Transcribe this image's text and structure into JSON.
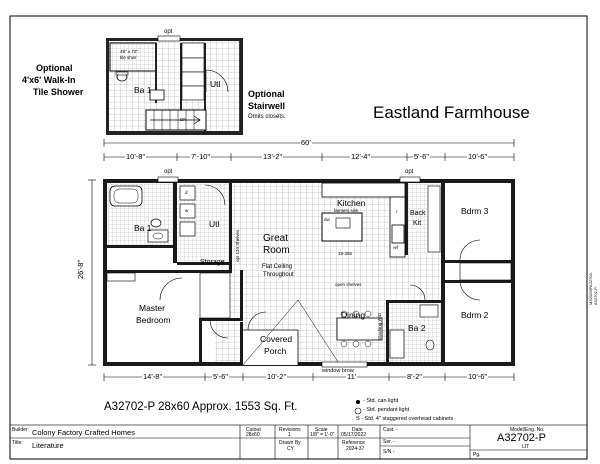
{
  "title": "Eastland Farmhouse",
  "optional": {
    "shower_title_line1": "Optional",
    "shower_title_line2": "4'x6' Walk-In",
    "shower_title_line3": "Tile Shower",
    "stairwell_title_line1": "Optional",
    "stairwell_title_line2": "Stairwell",
    "stairwell_note": "Omits closets.",
    "opt_label": "opt",
    "tile_shower_label": "48\" x 72\"",
    "tile_shower_label2": "tile shwr",
    "room_ba1": "Ba 1",
    "room_utl": "Utl",
    "dn_label": "DN"
  },
  "overall_dimension": "60'",
  "top_dimensions": [
    "10'-8\"",
    "7'-10\"",
    "13'-2\"",
    "12'-4\"",
    "5'-6\"",
    "10'-6\""
  ],
  "bottom_dimensions": [
    "14'-8\"",
    "5'-6\"",
    "10'-2\"",
    "11'",
    "8'-2\"",
    "10'-6\""
  ],
  "side_dimension": "26'-8\"",
  "rooms": {
    "ba1": "Ba 1",
    "utl": "Utl",
    "storage": "Storage",
    "great_room_1": "Great",
    "great_room_2": "Room",
    "flat_ceiling_1": "Flat Ceiling",
    "flat_ceiling_2": "Throughout",
    "kitchen": "Kitchen",
    "farmhouse_sink": "farmers sink",
    "back_kit_1": "Back",
    "back_kit_2": "Kit",
    "bdrm3": "Bdrm 3",
    "bdrm2": "Bdrm 2",
    "ba2": "Ba 2",
    "master_1": "Master",
    "master_2": "Bedroom",
    "dining": "Dining",
    "covered_1": "Covered",
    "covered_2": "Porch",
    "window_brow": "window brow",
    "open_shelves": "open shelves",
    "fridge_size": "19-366",
    "stacking_wd": "Stacking W/D",
    "opt_1": "opt",
    "opt_2": "opt",
    "dw": "dw",
    "range": "r",
    "ref": "ref",
    "shelves": "opt 120 Shelves",
    "wh": "w",
    "d": "d"
  },
  "plan_summary": "A32702-P 28x60  Approx. 1553 Sq. Ft.",
  "legend": [
    "- Std. can light",
    "- Std. pendant light",
    "S - Std. 4\" staggered overhead cabinets"
  ],
  "titleblock": {
    "builder_label": "Builder:",
    "builder": "Colony Factory Crafted Homes",
    "title_label": "Title:",
    "title_value": "Literature",
    "cutout_label": "Cutout",
    "cutout_value": "28x60",
    "revisions_label": "Revisions",
    "revisions_value": "1",
    "scale_label": "Scale",
    "scale_value": "1/8\" = 1'-0\"",
    "date_label": "Date",
    "date_value": "05/17/2022",
    "drawn_label": "Drawn By",
    "drawn_value": "CY",
    "reference_label": "Reference",
    "reference_value": "2024-37",
    "cust_label": "Cust. -",
    "ser_label": "Ser. -",
    "sn_label": "S/N -",
    "model_label": "Model/Eng. No.",
    "model_value": "A32702-P",
    "lit": "LIT",
    "pg_label": "Pg."
  },
  "side_stamp": "M3202MPA32702-A32702-P-"
}
